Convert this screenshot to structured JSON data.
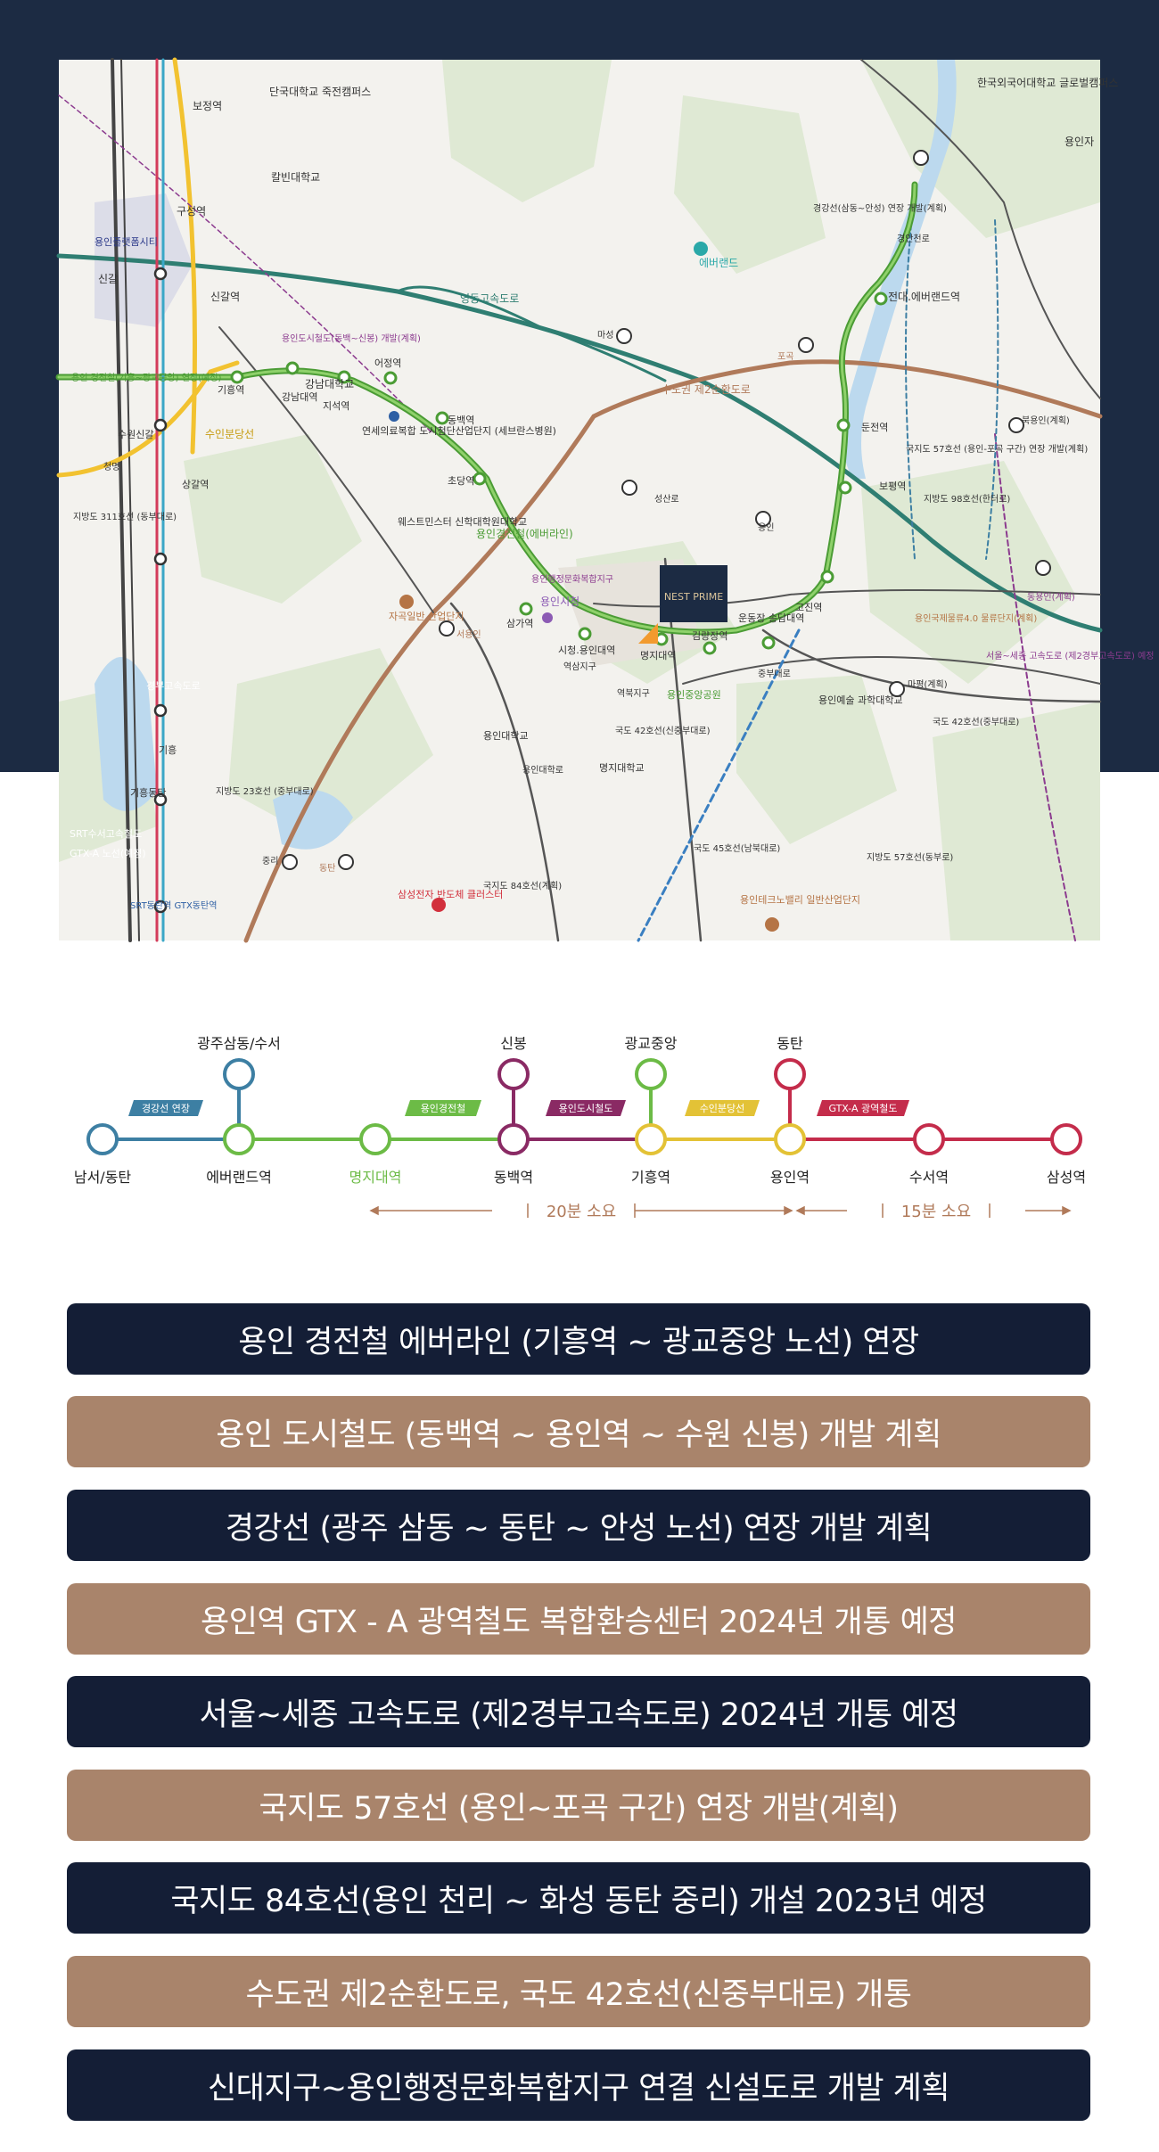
{
  "map": {
    "labels": {
      "dankook": "단국대학교 죽전캠퍼스",
      "hufs": "한국외국어대학교 글로벌캠퍼스",
      "yongin_right": "용인자",
      "calvin": "칼빈대학교",
      "bojeong": "보정역",
      "guseong": "구성역",
      "giheung_city": "용인플랫폼시티",
      "singal": "신갈",
      "singal_st": "신갈역",
      "everland": "에버랜드",
      "jeondae": "전대.에버랜드역",
      "yeongdong": "영동고속도로",
      "gyeonggang_ext": "경강선(삼동~안성) 연장 개발(계획)",
      "gyeongan": "경안천로",
      "pogok": "포곡",
      "mapyeong": "마성",
      "urban_rail": "용인도시철도(동백~신봉) 개발(계획)",
      "giheung_ext": "용인 경전철(기흥~광교중앙) 연장(예정)",
      "kangnam": "강남대학교",
      "kangnam_st": "강남대역",
      "eojeong": "어정역",
      "jiseok": "지석역",
      "giheung_st": "기흥역",
      "severance": "연세의료복합 도시첨단산업단지 (세브란스병원)",
      "dongbaek": "동백역",
      "metro2": "수도권 제2순환도로",
      "bukyongin": "북용인(계획)",
      "suwon_singal": "수원신갈",
      "suin": "수인분당선",
      "cheongmyeong": "청명",
      "sanggal": "상갈역",
      "chodang": "초당역",
      "dunjeon": "둔전역",
      "route57": "국지도 57호선 (용인-포곡 구간) 연장 개발(계획)",
      "route98": "지방도 98호선(한터로)",
      "seongseo": "성산로",
      "route311": "지방도 311호선 (동부대로)",
      "westmin": "웨스트민스터 신학대학원대학교",
      "everline": "용인경전철(에버라인)",
      "bopyeong": "보평역",
      "yongin_ic": "용인",
      "complex_district": "용인행정문화복합지구",
      "yongin_hall": "용인시청",
      "samgajeong": "삼가역",
      "jaseok": "자곡일반 산업단지",
      "seoyongin": "서용인",
      "nest": "NEST PRIME",
      "gochan": "고진역",
      "dongyongin": "동용인(계획)",
      "logistics": "용인국제물류4.0 물류단지(계획)",
      "seoul_sejong": "서울~세종 고속도로 (제2경부고속도로) 예정",
      "city_hall_st": "시청.용인대역",
      "myongji_st": "명지대역",
      "gimnyangjang": "김량장역",
      "undongjang": "운동장 송담대역",
      "yeoksam": "역삼지구",
      "jungbu": "중부대로",
      "gyeongbu": "경부고속도로",
      "yongin_central_park": "용인중앙공원",
      "yeongbuk": "역북지구",
      "mapyeong_plan": "마평(계획)",
      "yongin_arts": "용인예술 과학대학교",
      "giheung_ic": "기흥",
      "yongin_univ": "용인대학교",
      "route42": "국도 42호선(신중부대로)",
      "route42b": "국도 42호선(중부대로)",
      "yonginuniv_road": "용인대학로",
      "myongji_univ": "명지대학교",
      "giheung_dongtan": "기흥동탄",
      "route23": "지방도 23호선 (중부대로)",
      "srt_hwy": "SRT수서고속철도",
      "gtx_a": "GTX-A 노선(예정)",
      "jungri": "중리",
      "dongtan": "동탄",
      "route84": "국지도 84호선(계획)",
      "route45": "국도 45호선(남북대로)",
      "route57b": "지방도 57호선(동부로)",
      "samsung": "삼성전자 반도체 클러스터",
      "srt_dongtan": "SRT동탄역 GTX동탄역",
      "techno": "용인테크노밸리 일반산업단지"
    }
  },
  "route": {
    "stations_bottom": [
      "남서/동탄",
      "에버랜드역",
      "명지대역",
      "동백역",
      "기흥역",
      "용인역",
      "수서역",
      "삼성역"
    ],
    "stations_top": [
      "광주삼동/수서",
      "신봉",
      "광교중앙",
      "동탄"
    ],
    "line_tags": [
      "경강선 연장",
      "용인경전철",
      "용인도시철도",
      "수인분당선",
      "GTX-A 광역철도"
    ],
    "time1": "20분 소요",
    "time2": "15분 소요",
    "colors": {
      "gyeonggang": "#3d7fa3",
      "everline": "#6cbb46",
      "urban": "#8a2a64",
      "suin": "#e3c236",
      "gtx": "#c42c4b"
    }
  },
  "banners": [
    "용인 경전철 에버라인 (기흥역 ~ 광교중앙 노선) 연장",
    "용인 도시철도 (동백역 ~ 용인역 ~ 수원 신봉) 개발 계획",
    "경강선 (광주 삼동 ~ 동탄 ~ 안성 노선) 연장 개발 계획",
    "용인역 GTX - A 광역철도 복합환승센터 2024년 개통 예정",
    "서울~세종 고속도로 (제2경부고속도로) 2024년 개통 예정",
    "국지도 57호선 (용인~포곡 구간) 연장 개발(계획)",
    "국지도 84호선(용인 천리 ~ 화성 동탄 중리) 개설 2023년 예정",
    "수도권 제2순환도로, 국도 42호선(신중부대로) 개통",
    "신대지구~용인행정문화복합지구 연결 신설도로 개발 계획"
  ]
}
